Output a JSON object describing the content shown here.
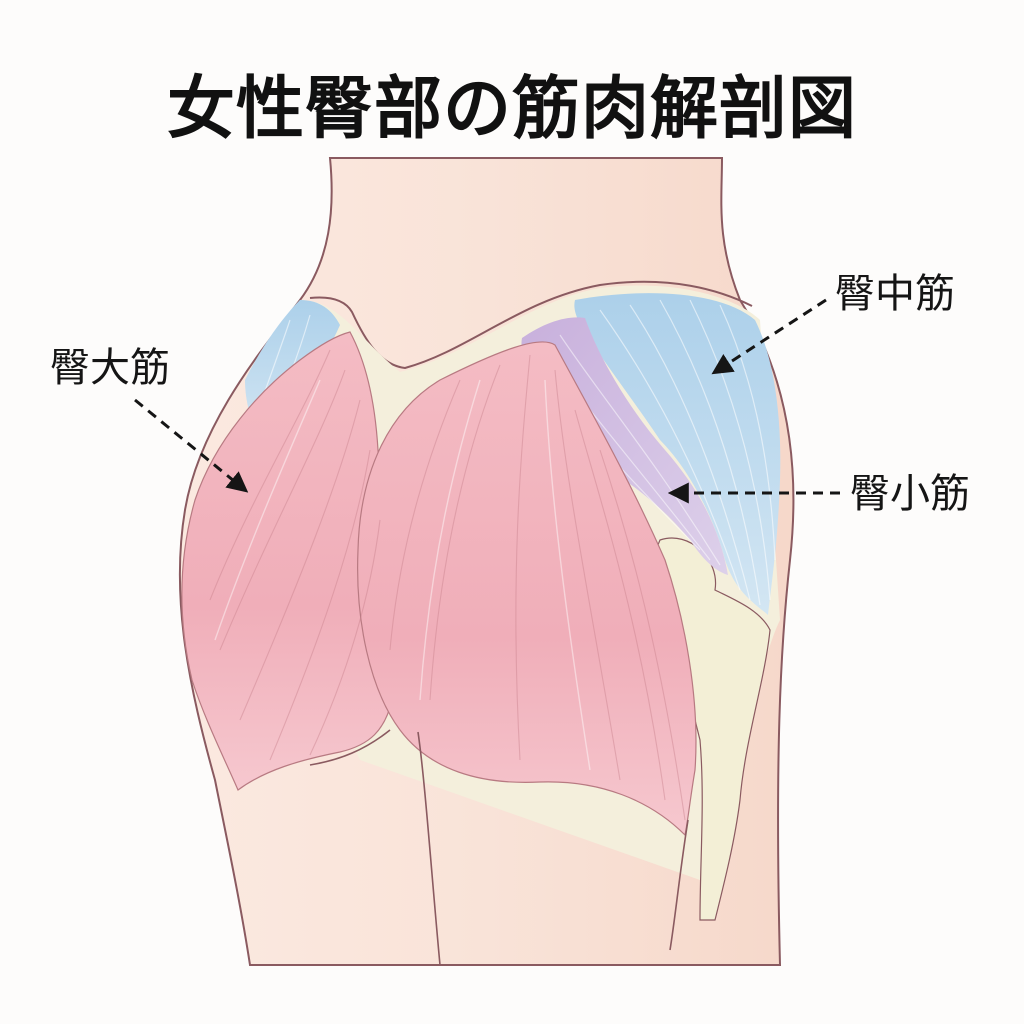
{
  "title": "女性臀部の筋肉解剖図",
  "labels": {
    "gluteus_maximus": "臀大筋",
    "gluteus_medius": "臀中筋",
    "gluteus_minimus": "臀小筋"
  },
  "colors": {
    "background": "#fdfcfb",
    "skin": "#f9e3d8",
    "skin_shadow": "#f3d2c3",
    "gluteus_maximus": "#f2b3bd",
    "gluteus_medius": "#b8d6ec",
    "gluteus_minimus": "#cbb5de",
    "bone_tissue": "#f4efdc",
    "outline": "#8a5a60",
    "text": "#111111"
  }
}
